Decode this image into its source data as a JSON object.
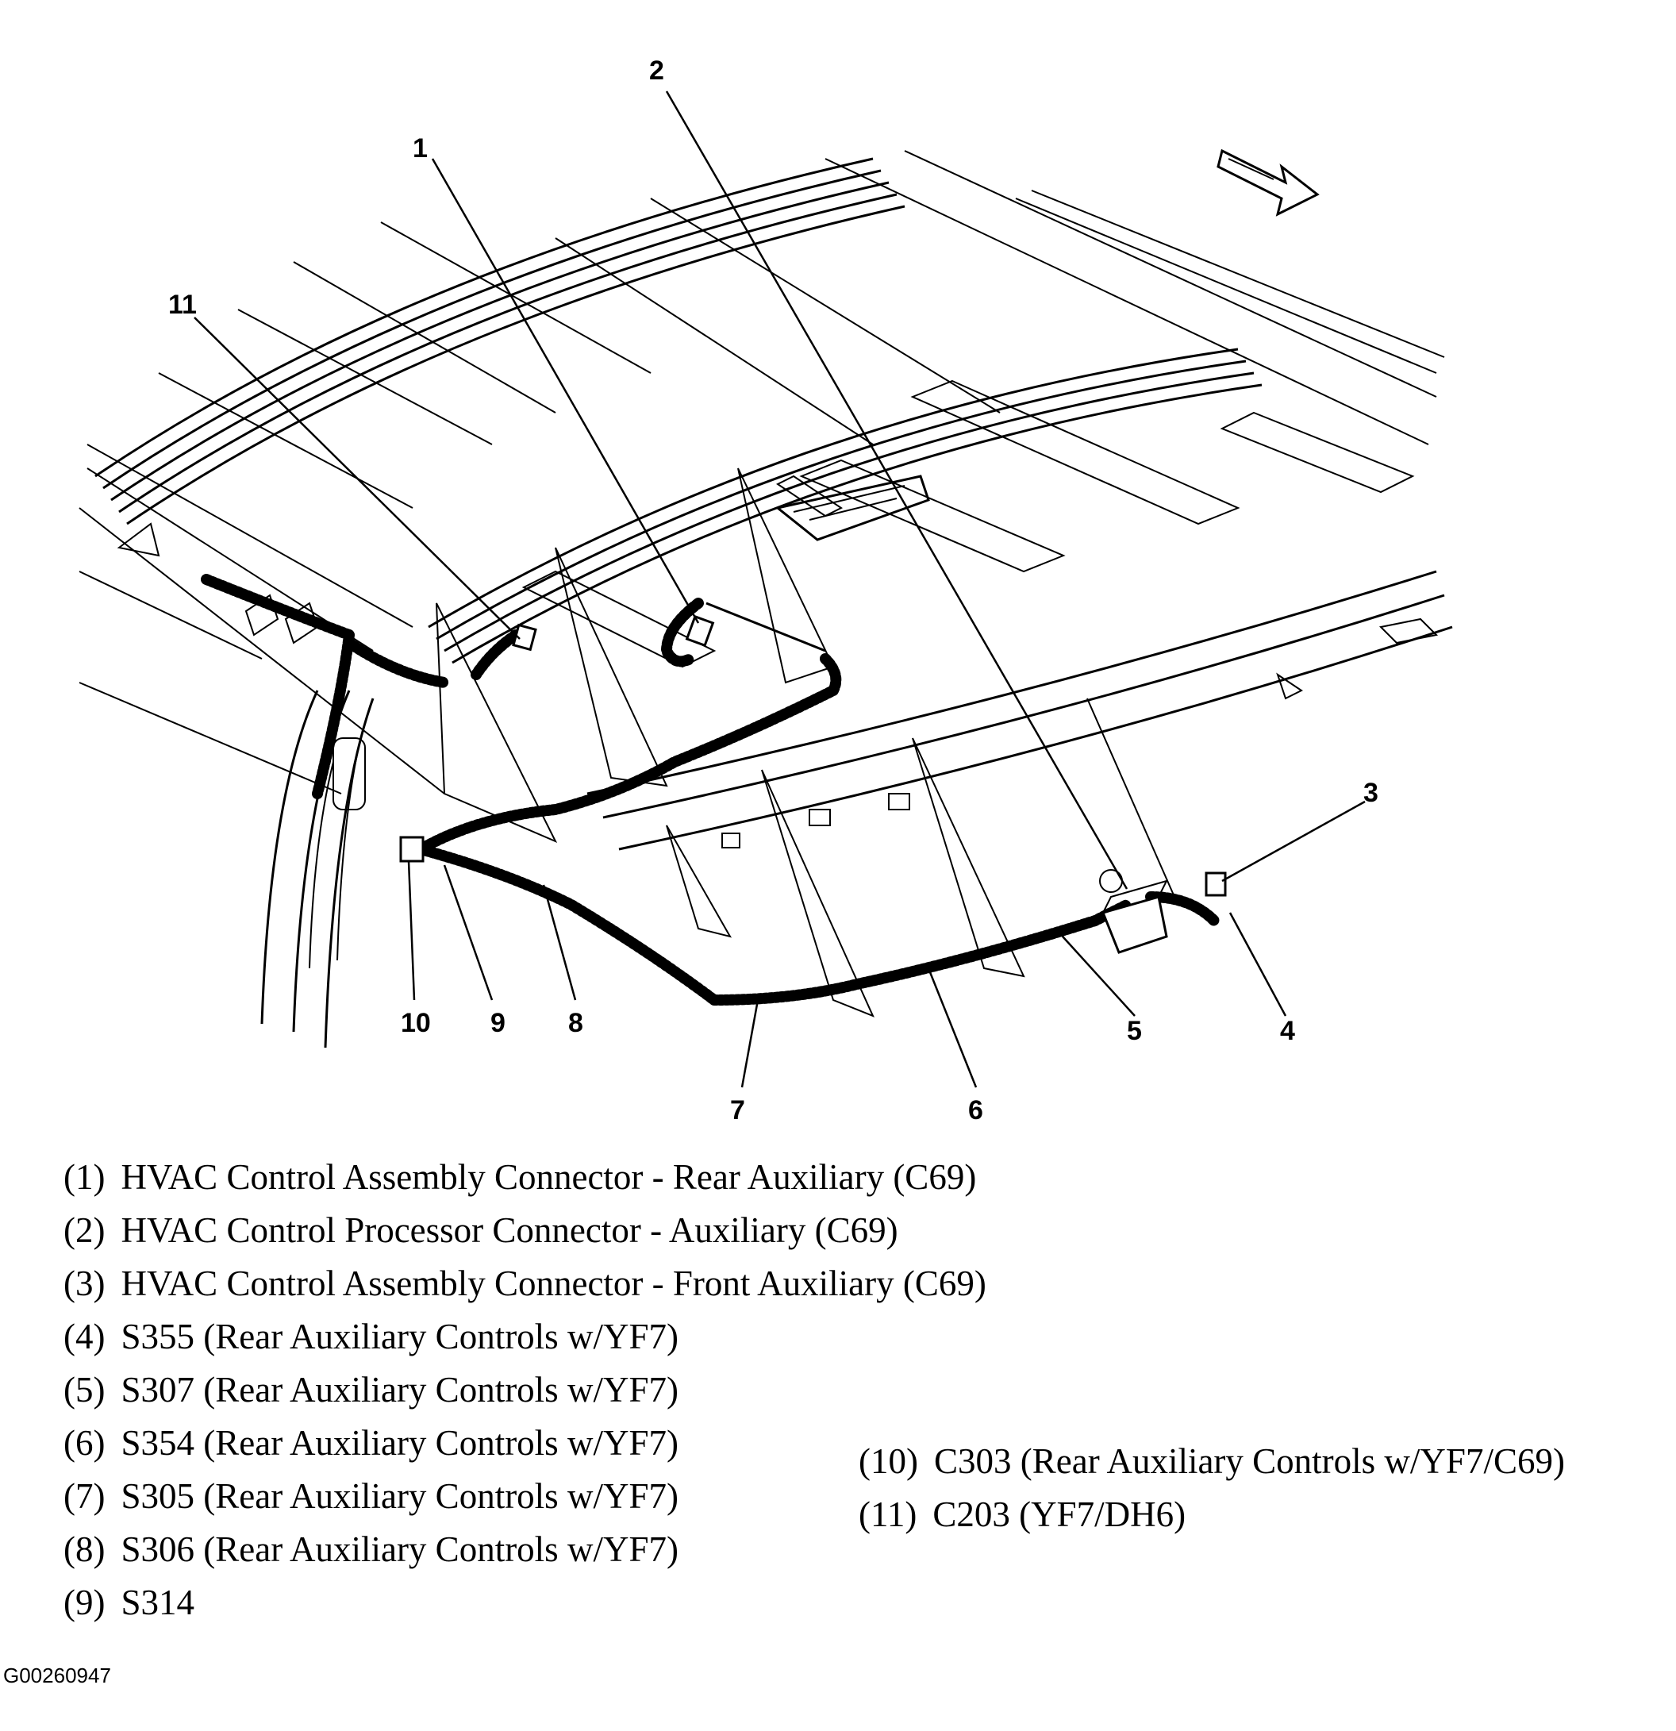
{
  "callouts": {
    "c1": "1",
    "c2": "2",
    "c3": "3",
    "c4": "4",
    "c5": "5",
    "c6": "6",
    "c7": "7",
    "c8": "8",
    "c9": "9",
    "c10": "10",
    "c11": "11"
  },
  "legend": [
    {
      "key": "(1)",
      "text": "HVAC Control Assembly Connector - Rear Auxiliary (C69)"
    },
    {
      "key": "(2)",
      "text": "HVAC Control Processor Connector - Auxiliary (C69)"
    },
    {
      "key": "(3)",
      "text": "HVAC Control Assembly Connector - Front Auxiliary (C69)"
    },
    {
      "key": "(4)",
      "text": "S355 (Rear Auxiliary Controls w/YF7)"
    },
    {
      "key": "(5)",
      "text": "S307 (Rear Auxiliary Controls w/YF7)"
    },
    {
      "key": "(6)",
      "text": "S354 (Rear Auxiliary Controls w/YF7)"
    },
    {
      "key": "(7)",
      "text": "S305 (Rear Auxiliary Controls w/YF7)"
    },
    {
      "key": "(8)",
      "text": "S306 (Rear Auxiliary Controls w/YF7)"
    },
    {
      "key": "(9)",
      "text": "S314"
    },
    {
      "key": "(10)",
      "text": "C303 (Rear Auxiliary Controls w/YF7/C69)"
    },
    {
      "key": "(11)",
      "text": "C203 (YF7/DH6)"
    }
  ],
  "figure_id": "G00260947",
  "icons": {
    "direction_arrow": "forward-arrow-icon"
  }
}
